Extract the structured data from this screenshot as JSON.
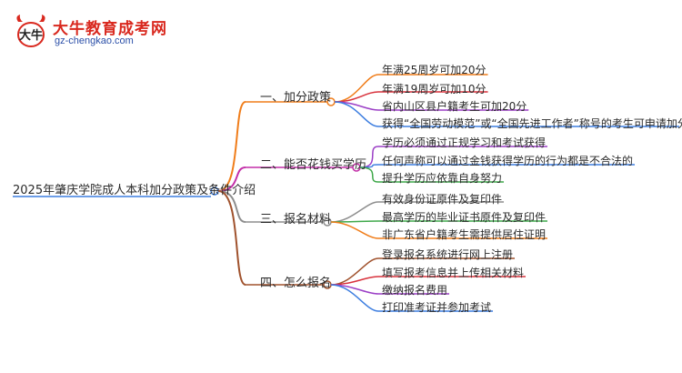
{
  "logo": {
    "mark_text": "大牛",
    "title": "大牛教育成考网",
    "subtitle": "gz-chengkao.com"
  },
  "colors": {
    "branch_1": "#f07d1a",
    "branch_2": "#c32fa8",
    "branch_3": "#8e8e8e",
    "branch_4": "#a0522d",
    "leaf_orange": "#f07d1a",
    "leaf_red": "#d8323c",
    "leaf_purple": "#9b3fc6",
    "leaf_blue": "#3d7ee0",
    "leaf_green": "#3fa84a",
    "leaf_gray": "#8e8e8e",
    "leaf_brown": "#a0522d"
  },
  "mindmap": {
    "root": "2025年肇庆学院成人本科加分政策及条件介绍",
    "branches": [
      {
        "label": "一、加分政策",
        "leaves": [
          "年满25周岁可加20分",
          "年满19周岁可加10分",
          "省内山区县户籍考生可加20分",
          "获得“全国劳动模范”或“全国先进工作者”称号的考生可申请加分"
        ]
      },
      {
        "label": "二、能否花钱买学历",
        "leaves": [
          "学历必须通过正规学习和考试获得",
          "任何声称可以通过金钱获得学历的行为都是不合法的",
          "提升学历应依靠自身努力"
        ]
      },
      {
        "label": "三、报名材料",
        "leaves": [
          "有效身份证原件及复印件",
          "最高学历的毕业证书原件及复印件",
          "非广东省户籍考生需提供居住证明"
        ]
      },
      {
        "label": "四、怎么报名",
        "leaves": [
          "登录报名系统进行网上注册",
          "填写报考信息并上传相关材料",
          "缴纳报名费用",
          "打印准考证并参加考试"
        ]
      }
    ]
  }
}
